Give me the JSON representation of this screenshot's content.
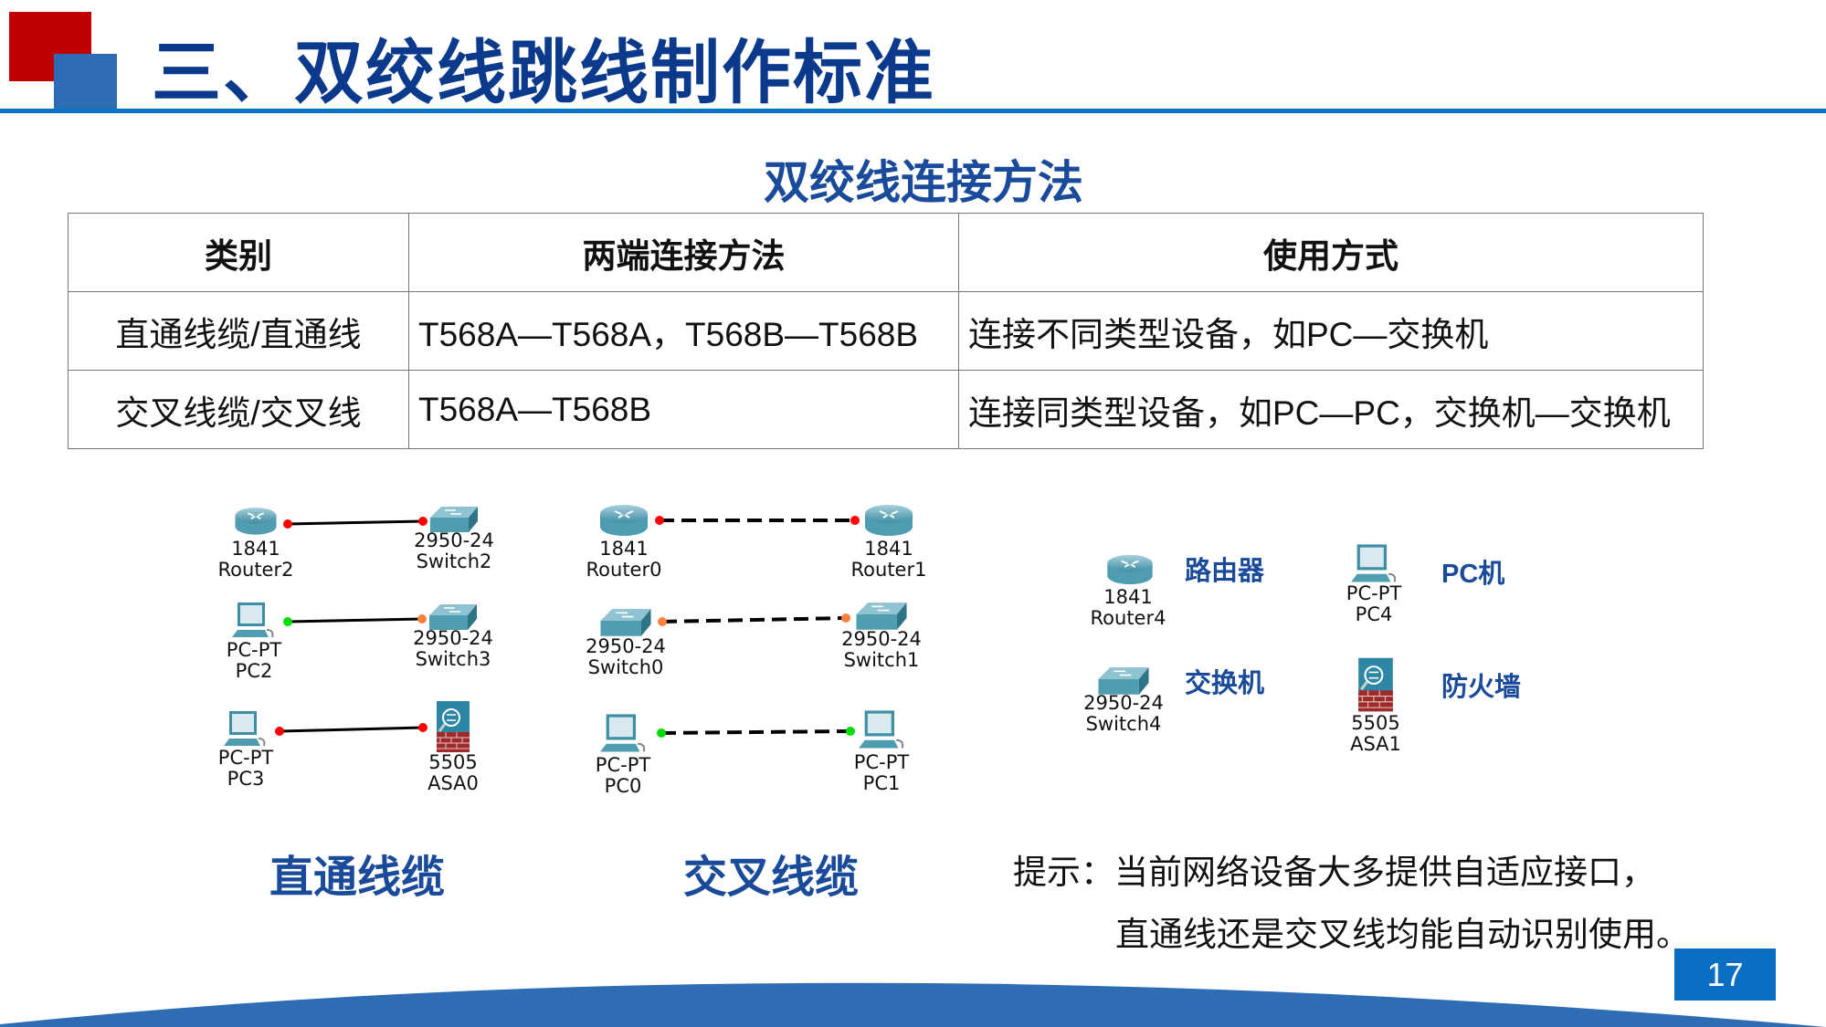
{
  "title": "三、双绞线跳线制作标准",
  "subtitle": "双绞线连接方法",
  "table": {
    "headers": [
      "类别",
      "两端连接方法",
      "使用方式"
    ],
    "rows": [
      [
        "直通线缆/直通线",
        "T568A—T568A，T568B—T568B",
        "连接不同类型设备，如PC—交换机"
      ],
      [
        "交叉线缆/交叉线",
        "T568A—T568B",
        "连接同类型设备，如PC—PC，交换机—交换机"
      ]
    ]
  },
  "diagram": {
    "nodes": [
      {
        "model": "1841",
        "name": "Router2",
        "type": "router"
      },
      {
        "model": "2950-24",
        "name": "Switch2",
        "type": "switch"
      },
      {
        "model": "PC-PT",
        "name": "PC2",
        "type": "pc"
      },
      {
        "model": "2950-24",
        "name": "Switch3",
        "type": "switch"
      },
      {
        "model": "PC-PT",
        "name": "PC3",
        "type": "pc"
      },
      {
        "model": "5505",
        "name": "ASA0",
        "type": "firewall"
      },
      {
        "model": "1841",
        "name": "Router0",
        "type": "router"
      },
      {
        "model": "1841",
        "name": "Router1",
        "type": "router"
      },
      {
        "model": "2950-24",
        "name": "Switch0",
        "type": "switch"
      },
      {
        "model": "2950-24",
        "name": "Switch1",
        "type": "switch"
      },
      {
        "model": "PC-PT",
        "name": "PC0",
        "type": "pc"
      },
      {
        "model": "PC-PT",
        "name": "PC1",
        "type": "pc"
      }
    ],
    "link_colors": {
      "red": "#ff0000",
      "green": "#00dd00",
      "orange": "#ff7f3f"
    }
  },
  "legend": {
    "nodes": [
      {
        "model": "1841",
        "name": "Router4",
        "label": "路由器"
      },
      {
        "model": "PC-PT",
        "name": "PC4",
        "label": "PC机"
      },
      {
        "model": "2950-24",
        "name": "Switch4",
        "label": "交换机"
      },
      {
        "model": "5505",
        "name": "ASA1",
        "label": "防火墙"
      }
    ]
  },
  "captions": {
    "straight": "直通线缆",
    "crossover": "交叉线缆"
  },
  "tip": {
    "line1": "提示：当前网络设备大多提供自适应接口，",
    "line2": "直通线还是交叉线均能自动识别使用。"
  },
  "page_number": "17",
  "colors": {
    "title": "#0b3a8c",
    "accent": "#0a74c4",
    "red": "#c00000",
    "wave": "#2e6db4"
  }
}
